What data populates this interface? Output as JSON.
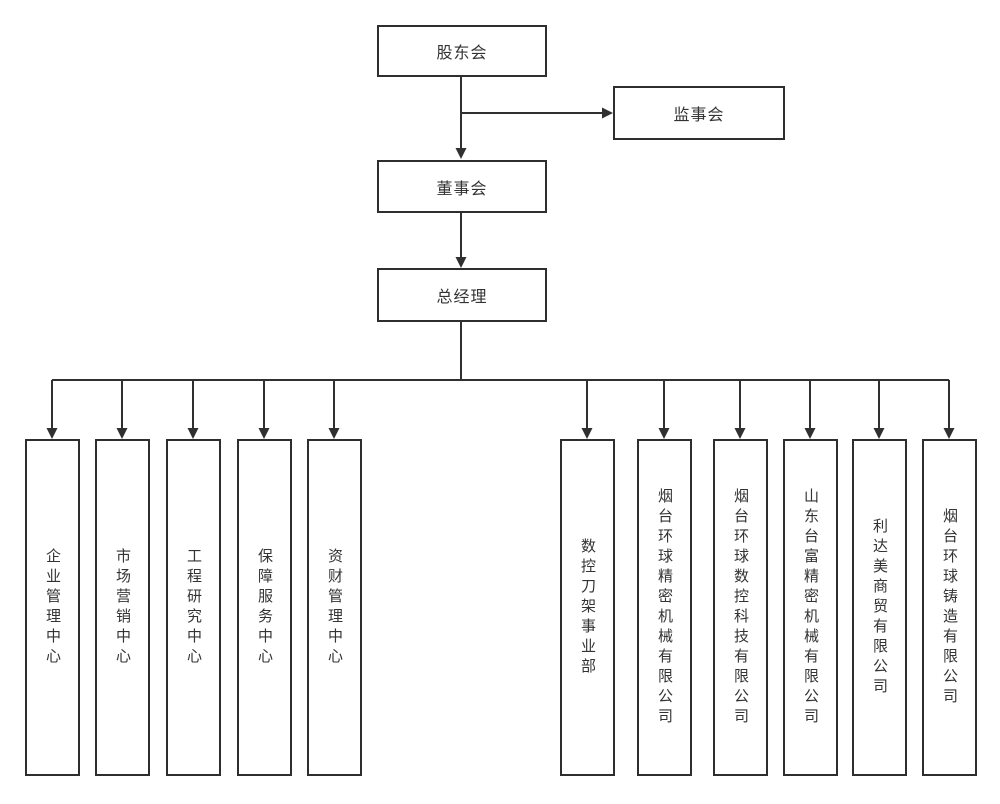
{
  "chart": {
    "type": "org-chart",
    "levels": {
      "top": "股东会",
      "side": "监事会",
      "second": "董事会",
      "third": "总经理"
    }
  },
  "nodes": {
    "shareholders": {
      "label": "股东会"
    },
    "supervisory": {
      "label": "监事会"
    },
    "board": {
      "label": "董事会"
    },
    "general_manager": {
      "label": "总经理"
    }
  },
  "departments": [
    {
      "label": "企业管理中心"
    },
    {
      "label": "市场营销中心"
    },
    {
      "label": "工程研究中心"
    },
    {
      "label": "保障服务中心"
    },
    {
      "label": "资财管理中心"
    },
    {
      "label": "数控刀架事业部"
    },
    {
      "label": "烟台环球精密机械有限公司"
    },
    {
      "label": "烟台环球数控科技有限公司"
    },
    {
      "label": "山东台富精密机械有限公司"
    },
    {
      "label": "利达美商贸有限公司"
    },
    {
      "label": "烟台环球铸造有限公司"
    }
  ],
  "colors": {
    "background": "#ffffff",
    "border": "#2e2e2e",
    "line": "#303030",
    "text": "#333333"
  }
}
